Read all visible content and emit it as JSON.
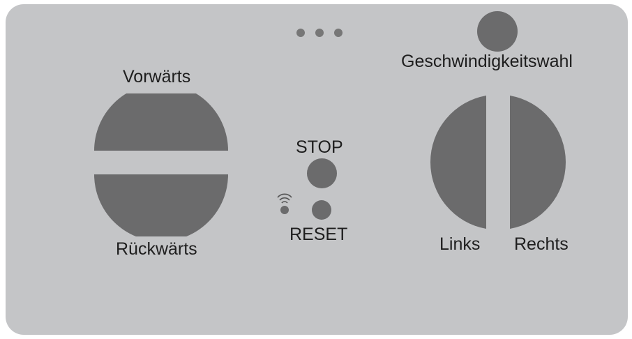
{
  "panel": {
    "indicator_leds": [
      "led-1",
      "led-2",
      "led-3"
    ],
    "forward_label": "Vorwärts",
    "backward_label": "Rückwärts",
    "stop_label": "STOP",
    "reset_label": "RESET",
    "speed_label": "Geschwindigkeitswahl",
    "left_label": "Links",
    "right_label": "Rechts",
    "signal_icon": "wifi-signal-icon"
  },
  "colors": {
    "panel_bg": "#c4c5c7",
    "button": "#6b6b6c",
    "led": "#777777",
    "text": "#1e1e1e"
  }
}
